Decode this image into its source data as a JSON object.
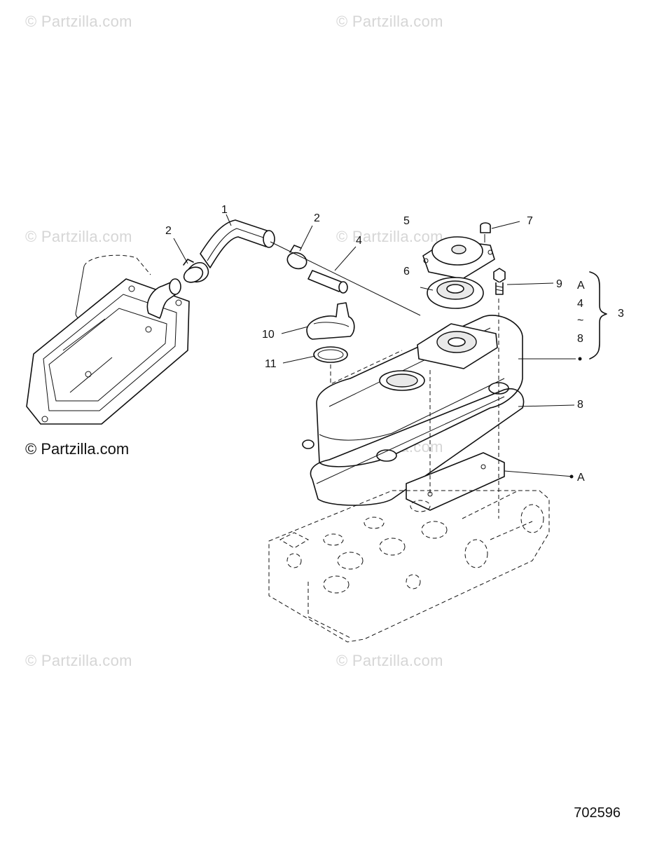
{
  "watermarks": {
    "text": "© Partzilla.com"
  },
  "credit": "© Partzilla.com",
  "figure_number": "702596",
  "callouts": {
    "c1": "1",
    "c2a": "2",
    "c2b": "2",
    "c3": "3",
    "c4": "4",
    "c5": "5",
    "c6": "6",
    "c7": "7",
    "c8": "8",
    "c9": "9",
    "c10": "10",
    "c11": "11",
    "cA": "A"
  },
  "bracket_group": {
    "top": "A",
    "mid": "4",
    "tilde": "~",
    "bottom": "8"
  }
}
